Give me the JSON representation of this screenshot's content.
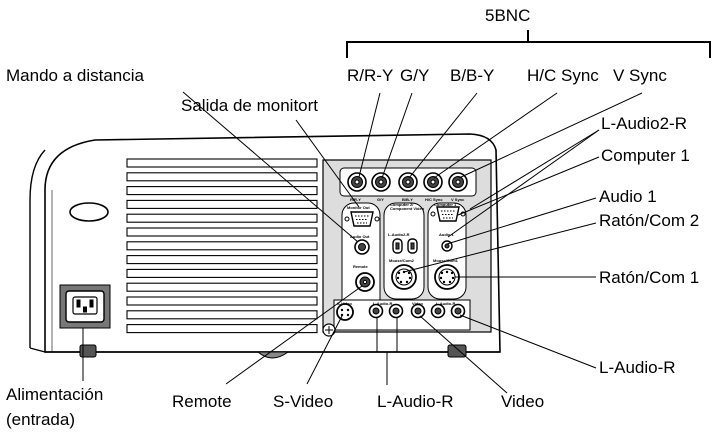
{
  "labels": {
    "bnc_group": "5BNC",
    "mando": "Mando a distancia",
    "salida": "Salida de monitort",
    "rry": "R/R-Y",
    "gy": "G/Y",
    "bby": "B/B-Y",
    "hc_sync": "H/C Sync",
    "v_sync": "V Sync",
    "l_audio2_r": "L-Audio2-R",
    "computer1": "Computer 1",
    "audio1": "Audio 1",
    "raton2": "Ratón/Com 2",
    "raton1": "Ratón/Com 1",
    "l_audio_r_right": "L-Audio-R",
    "alim1": "Alimentación",
    "alim2": "(entrada)",
    "remote": "Remote",
    "svideo": "S-Video",
    "l_audio_r_bottom": "L-Audio-R",
    "video": "Video"
  },
  "panel_text": {
    "rry": "R/R-Y",
    "gy": "G/Y",
    "bby": "B/B-Y",
    "hc": "H/C Sync",
    "vs": "V Sync",
    "computer2": "Computer 2/",
    "component": "Component Video",
    "computer1": "Computer 1",
    "monitor_out": "Monitor Out",
    "audio_out": "Audio Out",
    "remote": "Remote",
    "l_audio2_r": "L-Audio2-R",
    "mouse_com2": "Mouse/Com2",
    "audio1": "Audio 1",
    "mouse_com1": "Mouse/Com1",
    "s_video": "S-Video",
    "l_audio_r": "L-Audio-R",
    "video": "Video",
    "l_audio_r2": "L-Audio-R"
  }
}
